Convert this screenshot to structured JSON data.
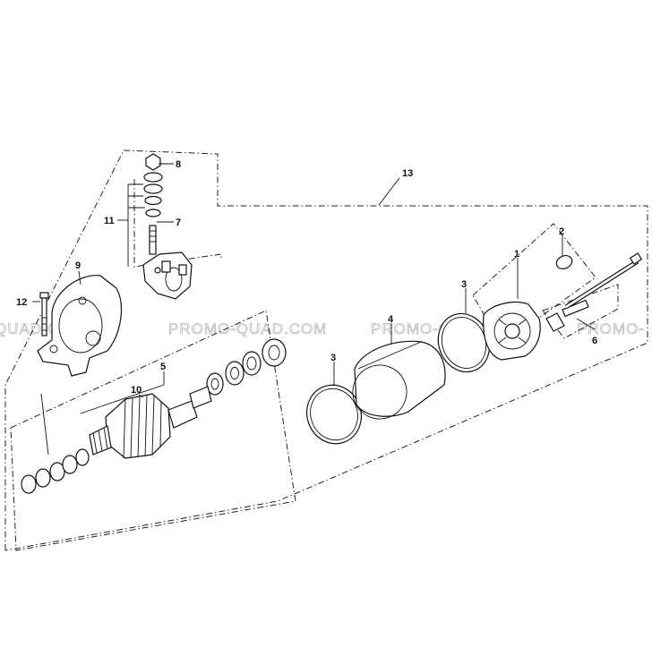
{
  "callouts": [
    "1",
    "2",
    "3",
    "3",
    "4",
    "5",
    "6",
    "7",
    "8",
    "9",
    "10",
    "11",
    "12",
    "13"
  ],
  "watermark": "PROMO-QUAD.COM",
  "watermark_edge_left": "PROMO-",
  "watermark_edge_right": "PROMO-",
  "watermark_fragment": "QUAD.COM"
}
